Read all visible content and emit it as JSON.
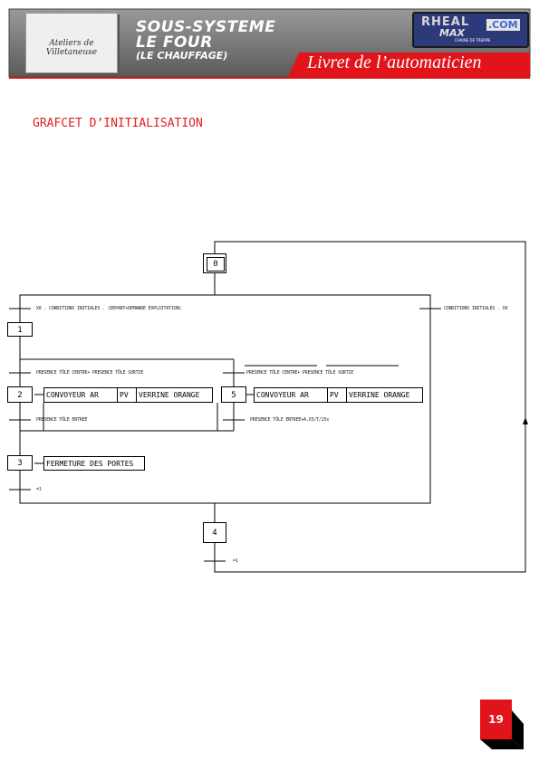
{
  "header": {
    "org_logo_text": "Ateliers de Villetaneuse",
    "title_line1": "SOUS-SYSTEME",
    "title_line2": "LE FOUR",
    "subtitle": "(LE CHAUFFAGE)",
    "booklet_title": "Livret de l’automaticien",
    "brand_top": "RHEAL",
    "brand_com": ".COM",
    "brand_bottom": "MAX",
    "brand_tagline": "CHAINE DE TREMPE",
    "colors": {
      "banner": "#7a7a7a",
      "accent_red": "#e0141a",
      "brand_blue": "#2d3a7a"
    }
  },
  "section_title": "GRAFCET D’INITIALISATION",
  "grafcet": {
    "steps": [
      {
        "id": "0",
        "initial": true
      },
      {
        "id": "1",
        "initial": false
      },
      {
        "id": "2",
        "initial": false
      },
      {
        "id": "3",
        "initial": false
      },
      {
        "id": "4",
        "initial": false
      },
      {
        "id": "5",
        "initial": false
      }
    ],
    "transitions": {
      "t0_left": "X0 . CONDITIONS INITIALES . (DEPART+DEMANDE EXPLOITATION)",
      "t0_right": "CONDITIONS INITIALES . X0",
      "t1_left": "PRESENCE TÔLE CENTRE+ PRESENCE TÔLE SORTIE",
      "t1_right": "PRESENCE TÔLE CENTRE+ PRESENCE TÔLE SORTIE",
      "t2": "PRESENCE TÔLE ENTREE",
      "t5": "PRESENCE TÔLE ENTREE+A.X5/T/15s",
      "t3": "=1",
      "t4": "=1"
    },
    "actions": {
      "step2": [
        "CONVOYEUR AR",
        "PV",
        "VERRINE ORANGE"
      ],
      "step5": [
        "CONVOYEUR AR",
        "PV",
        "VERRINE ORANGE"
      ],
      "step3": [
        "FERMETURE DES PORTES"
      ]
    }
  },
  "page_number": "19"
}
